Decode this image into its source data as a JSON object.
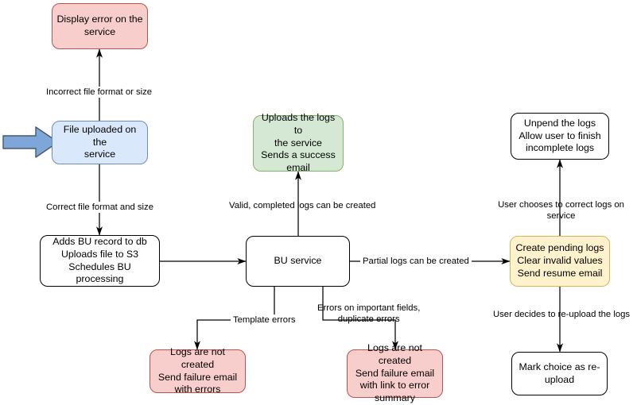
{
  "diagram": {
    "title": "Bulk Upload (BU) service flow",
    "type": "flowchart",
    "colors": {
      "pink": "#f8cecc",
      "pink_border": "#b85450",
      "blue": "#dae8fc",
      "blue_border": "#6c8ebf",
      "green": "#d5e8d4",
      "green_border": "#82b366",
      "yellow": "#ffe6cc_not_used",
      "cream": "#fff2cc",
      "cream_border": "#d6b656",
      "white": "#ffffff",
      "black": "#000000",
      "input_arrow_fill": "#7ea6d9",
      "input_arrow_border": "#4a5a6a"
    },
    "nodes": [
      {
        "id": "display-error",
        "label": "Display error on the\nservice"
      },
      {
        "id": "file-uploaded",
        "label": "File uploaded on the\nservice"
      },
      {
        "id": "adds-bu-record",
        "label": "Adds BU record to db\nUploads file to S3\nSchedules BU processing"
      },
      {
        "id": "uploads-logs",
        "label": "Uploads the logs to\nthe service\nSends a success\nemail"
      },
      {
        "id": "bu-service",
        "label": "BU service"
      },
      {
        "id": "logs-not-created-1",
        "label": "Logs are not created\nSend failure email\nwith errors"
      },
      {
        "id": "logs-not-created-2",
        "label": "Logs are not created\nSend failure email\nwith link to error\nsummary"
      },
      {
        "id": "unpend-logs",
        "label": "Unpend the logs\nAllow user to finish\nincomplete logs"
      },
      {
        "id": "create-pending",
        "label": "Create pending logs\nClear invalid values\nSend resume email"
      },
      {
        "id": "mark-reupload",
        "label": "Mark choice as re-\nupload"
      }
    ],
    "edges": [
      {
        "id": "incorrect-format",
        "label": "Incorrect file format or size",
        "from": "file-uploaded",
        "to": "display-error"
      },
      {
        "id": "correct-format",
        "label": "Correct file format and size",
        "from": "file-uploaded",
        "to": "adds-bu-record"
      },
      {
        "id": "to-bu-service",
        "label": "",
        "from": "adds-bu-record",
        "to": "bu-service"
      },
      {
        "id": "valid-complete",
        "label": "Valid, completed logs can be created",
        "from": "bu-service",
        "to": "uploads-logs"
      },
      {
        "id": "partial-logs",
        "label": "Partial logs can be created",
        "from": "bu-service",
        "to": "create-pending"
      },
      {
        "id": "template-errors",
        "label": "Template errors",
        "from": "bu-service",
        "to": "logs-not-created-1"
      },
      {
        "id": "important-errors",
        "label": "Errors on important fields,\nduplicate errors",
        "from": "bu-service",
        "to": "logs-not-created-2"
      },
      {
        "id": "user-corrects",
        "label": "User chooses to correct logs on service",
        "from": "create-pending",
        "to": "unpend-logs"
      },
      {
        "id": "user-reuploads",
        "label": "User decides to re-upload the logs",
        "from": "create-pending",
        "to": "mark-reupload"
      }
    ],
    "input_arrow": {
      "id": "entry-arrow",
      "label": ""
    }
  }
}
